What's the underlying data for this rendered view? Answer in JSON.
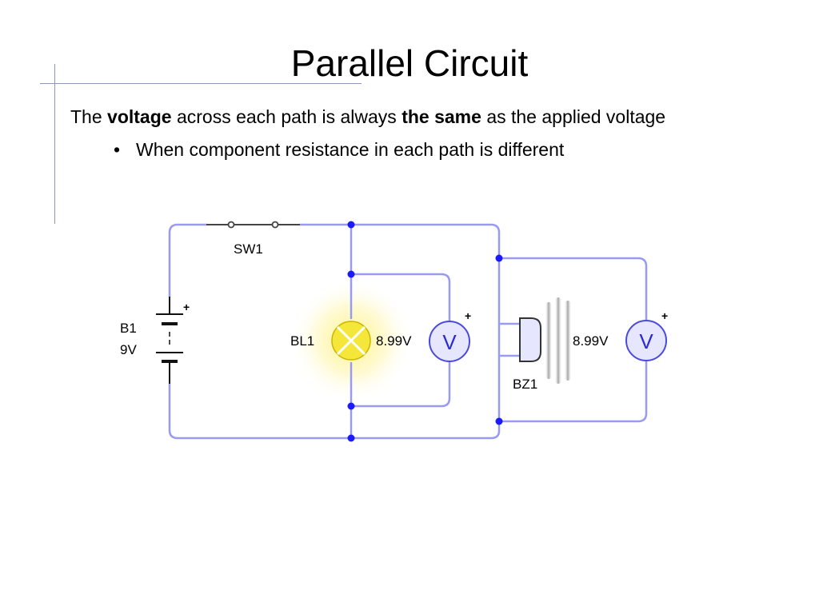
{
  "title": "Parallel Circuit",
  "statement": {
    "t1": "The",
    "t2": "voltage",
    "t3": "across each path is always",
    "t4": "the same",
    "t5": "as the applied voltage"
  },
  "bullet": {
    "marker": "•",
    "text": "When component resistance in each path is different"
  },
  "circuit": {
    "switch_label": "SW1",
    "battery_name": "B1",
    "battery_value": "9V",
    "lamp_label": "BL1",
    "buzzer_label": "BZ1",
    "meter1_reading": "8.99V",
    "meter2_reading": "8.99V",
    "meter_symbol": "V",
    "plus_sign": "+"
  },
  "colors": {
    "wire": "#9a9af0",
    "junction": "#1a1aff",
    "lamp": "#f5e63a",
    "lamp_glow": "#fff6a0",
    "meter_fill": "#e6e6ff",
    "meter_stroke": "#4a4ae0"
  }
}
